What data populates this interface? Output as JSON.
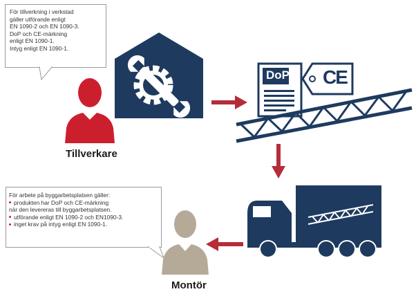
{
  "manufacturer_bubble": {
    "lines": [
      "För tillverkning i verkstad",
      "gäller utförande enligt",
      "EN 1090-2 och EN 1090-3.",
      "DoP och CE-märkning",
      "enligt EN 1090-1.",
      "Intyg enligt EN 1090-1."
    ]
  },
  "site_bubble": {
    "intro": "För arbete på byggarbetsplatsen gäller:",
    "bullets": [
      {
        "line1": "produkten har DoP och CE-märkning",
        "line2": "när den levereras till byggarbetsplatsen."
      },
      {
        "line1": "utförande enligt EN 1090-2 och EN1090-3.",
        "line2": ""
      },
      {
        "line1": "inget krav på intyg enligt EN 1090-1.",
        "line2": ""
      }
    ]
  },
  "labels": {
    "manufacturer": "Tillverkare",
    "fitter": "Montör"
  },
  "document": {
    "title": "DoP",
    "tag": "CE"
  },
  "colors": {
    "navy": "#1e3a5f",
    "red": "#cc1f2e",
    "arrow_red": "#b52d3a",
    "person_gray": "#b5aa98",
    "bubble_border": "#9a9a9a"
  }
}
